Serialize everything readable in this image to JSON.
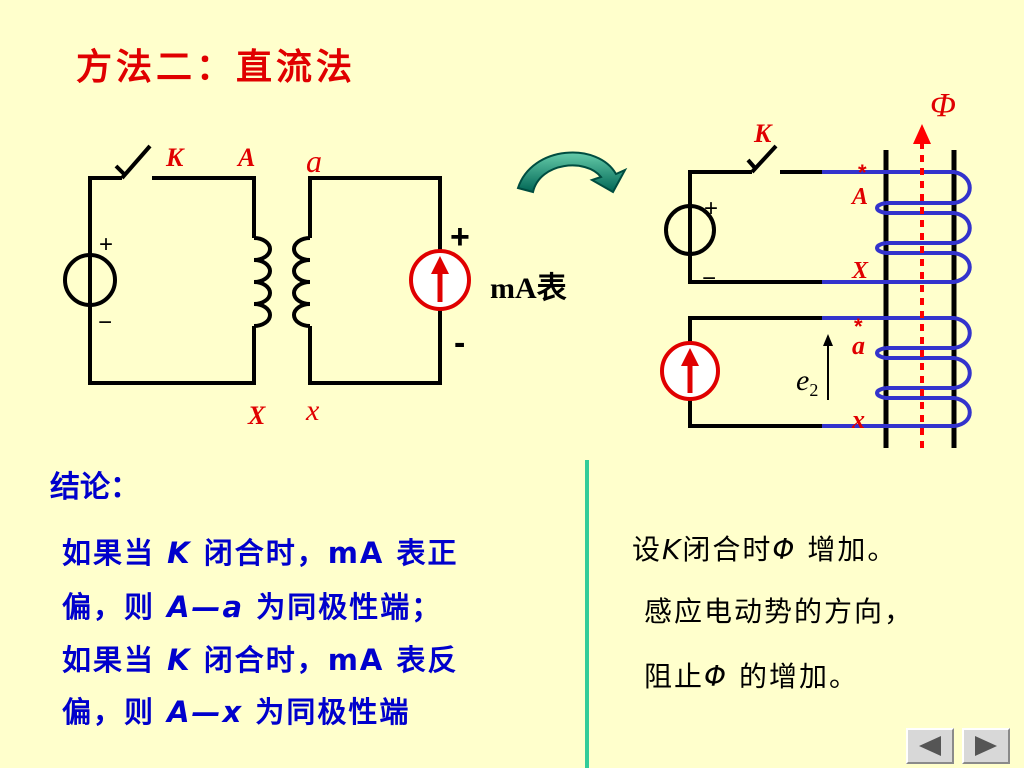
{
  "title": "方法二：直流法",
  "left_circuit": {
    "switch_label": "K",
    "primary_top_label": "A",
    "primary_bottom_label": "X",
    "secondary_top_label": "a",
    "secondary_bottom_label": "x",
    "source_plus": "+",
    "source_minus": "−",
    "meter_plus": "+",
    "meter_minus": "-",
    "meter_label": "mA表"
  },
  "right_circuit": {
    "flux_symbol": "Φ",
    "switch_label": "K",
    "dot_mark": "*",
    "terminal_A": "A",
    "terminal_X": "X",
    "terminal_a": "a",
    "terminal_x": "x",
    "source_plus": "+",
    "source_minus": "−",
    "emf_label": "e",
    "emf_subscript": "2"
  },
  "conclusion": {
    "heading": "结论：",
    "lines": [
      {
        "pre": "如果当 ",
        "em": "K",
        "post": " 闭合时，mA 表正"
      },
      {
        "pre": "偏，则 ",
        "em": "A—a",
        "post": " 为同极性端；"
      },
      {
        "pre": "如果当 ",
        "em": "K",
        "post": " 闭合时，mA 表反"
      },
      {
        "pre": "偏，则 ",
        "em": "A—x",
        "post": " 为同极性端"
      }
    ]
  },
  "explanation": {
    "line1": {
      "pre": "设",
      "em1": "K",
      "mid": "闭合时",
      "em2": "Φ",
      "post": " 增加。"
    },
    "line2": "感应电动势的方向，",
    "line3": {
      "pre": "阻止",
      "em": "Φ",
      "post": " 的增加。"
    }
  },
  "colors": {
    "background": "#FFFFCC",
    "title": "#E00000",
    "conclusion_text": "#0000CC",
    "divider": "#33CC99",
    "coil": "#3333CC",
    "flux_line": "#FF0000"
  },
  "nav": {
    "prev_icon": "left-triangle-icon",
    "next_icon": "right-triangle-icon"
  }
}
